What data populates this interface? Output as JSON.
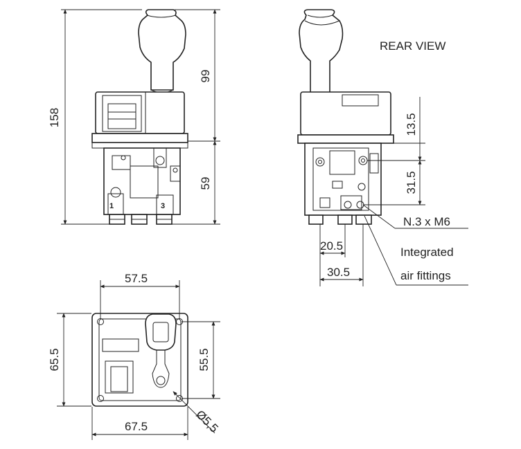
{
  "labels": {
    "rear_view": "REAR VIEW",
    "thread": "N.3 x M6",
    "fittings_line1": "Integrated",
    "fittings_line2": "air fittings"
  },
  "dimensions": {
    "total_height": "158",
    "upper_height": "99",
    "lower_height": "59",
    "rear_top": "13.5",
    "rear_mid": "31.5",
    "rear_w1": "20.5",
    "rear_w2": "30.5",
    "bottom_inner_w": "57.5",
    "bottom_outer_w": "67.5",
    "bottom_outer_h": "65.5",
    "bottom_inner_h": "55.5",
    "hole_dia": "Ø5,5"
  },
  "port_labels": {
    "port_1": "1",
    "port_3": "3"
  },
  "colors": {
    "line": "#222222",
    "background": "#ffffff"
  }
}
